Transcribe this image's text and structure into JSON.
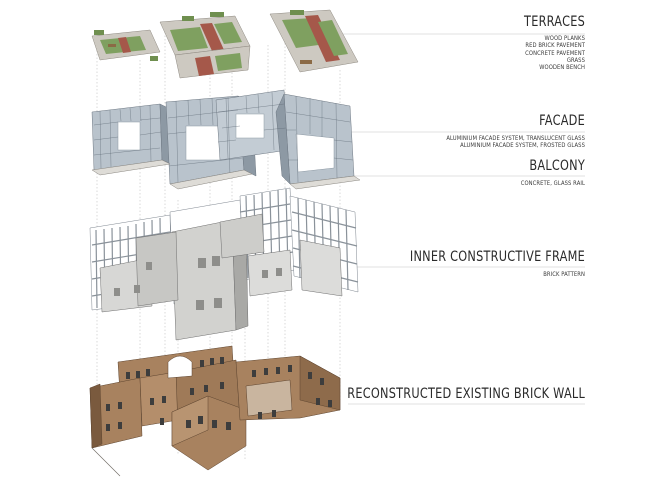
{
  "layers": [
    {
      "id": "terraces",
      "title": "TERRACES",
      "materials": [
        "WOOD PLANKS",
        "RED BRICK PAVEMENT",
        "CONCRETE PAVEMENT",
        "GRASS",
        "WOODEN BENCH"
      ]
    },
    {
      "id": "facade",
      "title": "FACADE",
      "materials": [
        "ALUMINIUM FACADE SYSTEM, TRANSLUCENT GLASS",
        "ALUMINIUM FACADE SYSTEM, FROSTED GLASS"
      ]
    },
    {
      "id": "balcony",
      "title": "BALCONY",
      "materials": [
        "CONCRETE, GLASS RAIL"
      ]
    },
    {
      "id": "inner-frame",
      "title": "INNER CONSTRUCTIVE FRAME",
      "materials": [
        "BRICK PATTERN"
      ]
    },
    {
      "id": "brick-wall",
      "title": "RECONSTRUCTED EXISTING BRICK WALL",
      "materials": []
    }
  ],
  "colors": {
    "brick": "#a8825f",
    "brick_dark": "#7a5a3e",
    "glass": "#b9c3cc",
    "glass_dark": "#7f8b96",
    "frame": "#cfcfcf",
    "grass": "#7fa060",
    "red_brick_pavement": "#a5584a",
    "concrete": "#c8c4bc",
    "leader_line": "#9a9a9a"
  }
}
